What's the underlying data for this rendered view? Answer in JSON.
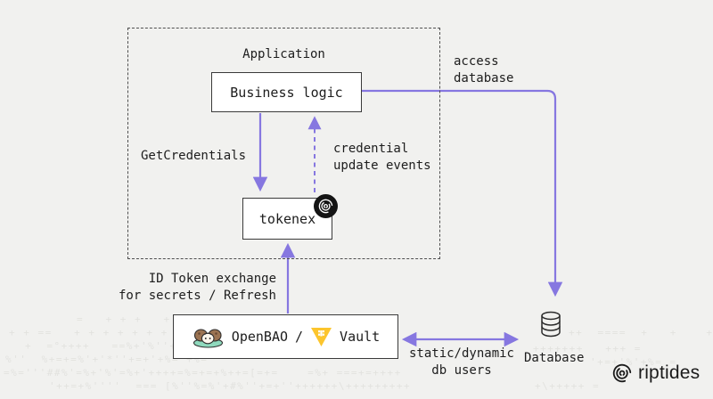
{
  "colors": {
    "background": "#f1f1ef",
    "arrow_purple": "#8677e0",
    "box_border": "#3a3a3a",
    "text": "#1d1d1d",
    "badge_black": "#141414",
    "vault_yellow": "#fcc52d",
    "bao_green": "#8fd9bd",
    "bao_brown": "#9b7352"
  },
  "diagram": {
    "application": {
      "title": "Application"
    },
    "nodes": {
      "business_logic": "Business logic",
      "tokenex": "tokenex",
      "openbao": "OpenBAO",
      "separator": "/",
      "vault": "Vault",
      "database": "Database"
    },
    "icons": {
      "tokenex_badge": "riptides-spiral-icon",
      "openbao_mascot": "openbao-bao-mascot-icon",
      "vault_triangle": "vault-triangle-icon",
      "database_cylinder": "database-cylinder-icon"
    },
    "edges": {
      "get_credentials": "GetCredentials",
      "credential_update_events": "credential\nupdate events",
      "access_database": "access\ndatabase",
      "id_token_exchange": "ID Token exchange\nfor secrets / Refresh",
      "static_dynamic_db_users": "static/dynamic\ndb users"
    }
  },
  "branding": {
    "logo_text": "riptides"
  },
  "background_art": {
    "rows": [
      "=   + + +   +",
      "+ + ==   + + + + + + + = + + ==",
      "++  ====  +   +    ++ =",
      "+  =°++++   ==%+'%''+==+",
      "+++++++   +++ =",
      "%''  %+=+=%'+'*''+=+'+%='+%=",
      "'+=+'%'+%= =",
      "=%='''##%'=%+'%'=%+'++++=%=+=+%++=[=+=    =%+ ===+=++++",
      "'++=+%''''  === [%''%=%'+#%''+=+''++++++\\+++++++++",
      "+\\+++++ ="
    ]
  }
}
